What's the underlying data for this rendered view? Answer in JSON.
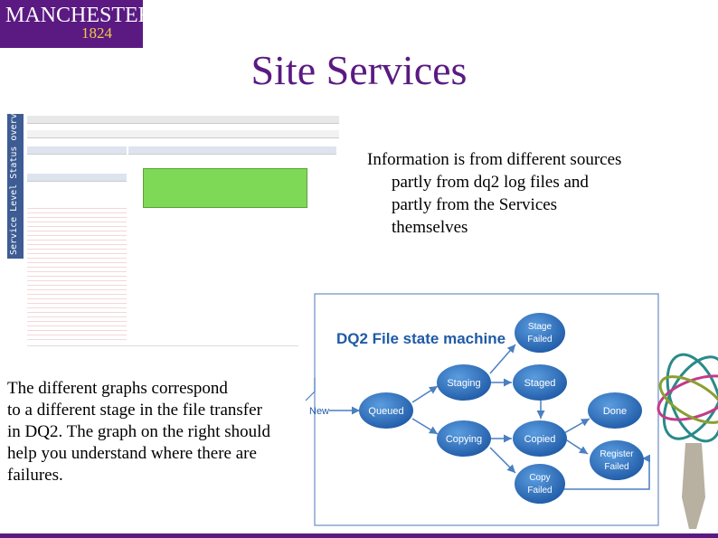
{
  "logo": {
    "word": "MANCHESTER",
    "year": "1824"
  },
  "title": "Site Services",
  "info": {
    "lines": [
      "Information is from different sources",
      "partly from dq2 log files and",
      "partly from the Services",
      "themselves"
    ]
  },
  "description": {
    "lines": [
      "The different graphs correspond",
      "to a different stage in the file transfer",
      "in DQ2. The graph on the right should",
      "help you understand where there are",
      "failures."
    ]
  },
  "screenshot": {
    "side_label": "Service Level Status overview"
  },
  "diagram": {
    "title": "DQ2 File state machine",
    "nodes": {
      "new": "New",
      "queued": "Queued",
      "staging": "Staging",
      "staged": "Staged",
      "stage_failed_1": "Stage",
      "stage_failed_2": "Failed",
      "copying": "Copying",
      "copied": "Copied",
      "copy_failed_1": "Copy",
      "copy_failed_2": "Failed",
      "done": "Done",
      "register_failed_1": "Register",
      "register_failed_2": "Failed"
    },
    "colors": {
      "node": "#2a6fc0",
      "node_light": "#4a8fd8",
      "title": "#1f5aa6",
      "arrow": "#4a7fc1"
    }
  }
}
